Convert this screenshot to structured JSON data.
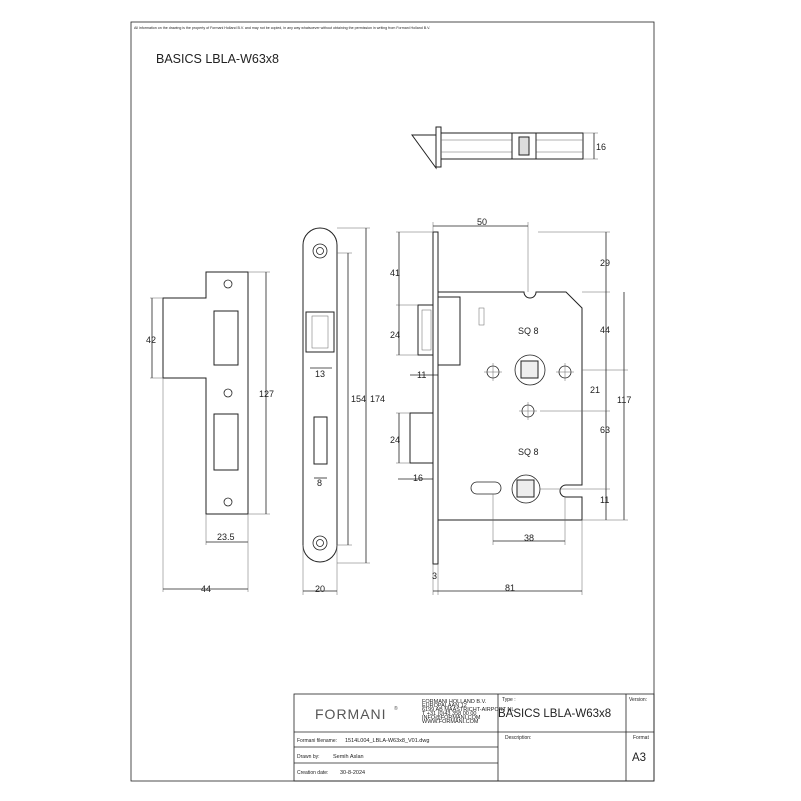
{
  "notice": "All information on the drawing is the property of Formani Holland B.V. and may not be copied, in any way whatsoever without obtaining the permission in writing from Formani Holland B.V.",
  "title": "BASICS LBLA-W63x8",
  "dimensions": {
    "latch_height": "16",
    "striker_42": "42",
    "striker_127": "127",
    "striker_23_5": "23.5",
    "striker_44": "44",
    "plate_13": "13",
    "plate_154": "154",
    "plate_174": "174",
    "plate_8": "8",
    "plate_20": "20",
    "body_50": "50",
    "body_29": "29",
    "body_41": "41",
    "body_44": "44",
    "body_24a": "24",
    "body_11a": "11",
    "body_21": "21",
    "body_117": "117",
    "body_63": "63",
    "body_24b": "24",
    "body_16": "16",
    "body_11b": "11",
    "body_38": "38",
    "body_3": "3",
    "body_81": "81",
    "sq8_top": "SQ 8",
    "sq8_bottom": "SQ 8"
  },
  "title_block": {
    "brand": "FORMANI",
    "brand_mark": "®",
    "address": [
      "FORMANI HOLLAND B.V.",
      "EUROPALAAN 12",
      "6199 AB MAASTRICHT-AIRPORT NL",
      "T +31 (0)43 358 00 00",
      "INFO@FORMANI.COM",
      "WWW.FORMANI.COM"
    ],
    "type_label": "Type :",
    "type_value": "BASICS LBLA-W63x8",
    "version_label": "Version:",
    "filename_label": "Formani filename:",
    "filename_value": "1514L004_LBLA-W63x8_V01.dwg",
    "description_label": "Description:",
    "format_label": "Format",
    "format_value": "A3",
    "drawn_label": "Drawn by:",
    "drawn_value": "Semih Aslan",
    "date_label": "Creation date:",
    "date_value": "30-8-2024"
  }
}
